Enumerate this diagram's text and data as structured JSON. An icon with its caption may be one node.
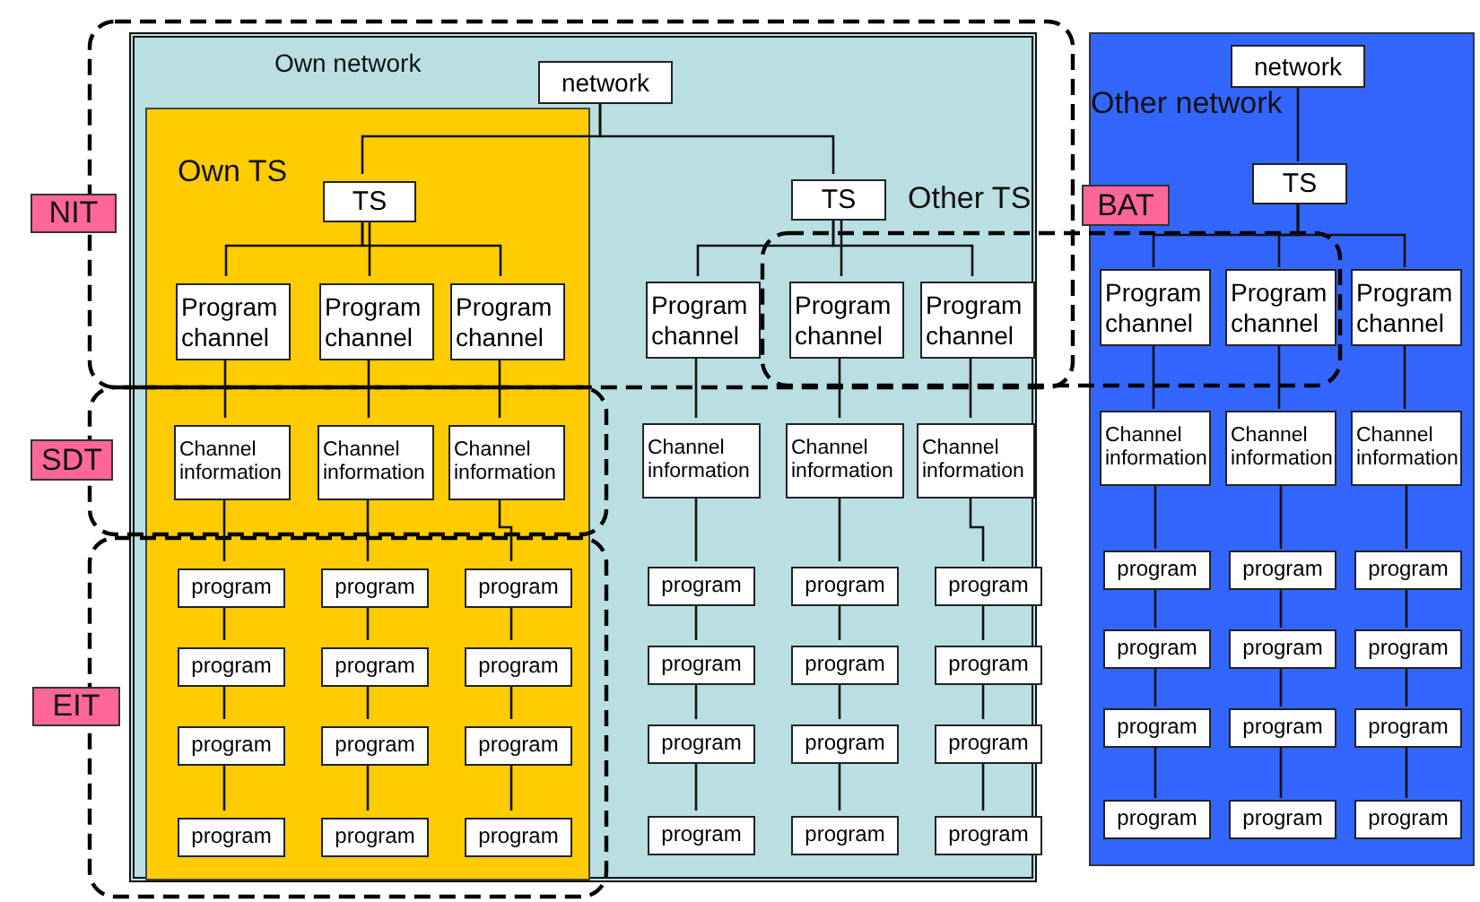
{
  "diagram": {
    "nodes": [
      {
        "text": [
          "Own network"
        ]
      },
      {
        "text": [
          "network"
        ],
        "in": 0
      },
      {
        "text": [
          "Own TS"
        ],
        "in": 0
      },
      {
        "text": [
          "TS"
        ],
        "in": 2
      },
      {
        "text": [
          "Program channel"
        ],
        "in": 2
      },
      {
        "text": [
          "Program channel"
        ],
        "in": 2
      },
      {
        "text": [
          "Program channel"
        ],
        "in": 2
      },
      {
        "text": [
          "Channel information"
        ],
        "in": 2
      },
      {
        "text": [
          "Channel information"
        ],
        "in": 2
      },
      {
        "text": [
          "Channel information"
        ],
        "in": 2
      },
      {
        "text": [
          "program"
        ],
        "in": 2
      },
      {
        "text": [
          "program"
        ],
        "in": 2
      },
      {
        "text": [
          "program"
        ],
        "in": 2
      },
      {
        "text": [
          "program"
        ],
        "in": 2
      },
      {
        "text": [
          "program"
        ],
        "in": 2
      },
      {
        "text": [
          "program"
        ],
        "in": 2
      },
      {
        "text": [
          "program"
        ],
        "in": 2
      },
      {
        "text": [
          "program"
        ],
        "in": 2
      },
      {
        "text": [
          "program"
        ],
        "in": 2
      },
      {
        "text": [
          "program"
        ],
        "in": 2
      },
      {
        "text": [
          "program"
        ],
        "in": 2
      },
      {
        "text": [
          "program"
        ],
        "in": 2
      },
      {
        "text": [
          "TS"
        ],
        "in": 0,
        "beside": [
          "Other TS"
        ]
      },
      {
        "text": [
          "Program channel"
        ],
        "in": 0
      },
      {
        "text": [
          "Program channel"
        ],
        "in": 0
      },
      {
        "text": [
          "Program channel"
        ],
        "in": 0
      },
      {
        "text": [
          "Channel information"
        ],
        "in": 0
      },
      {
        "text": [
          "Channel information"
        ],
        "in": 0
      },
      {
        "text": [
          "Channel information"
        ],
        "in": 0
      },
      {
        "text": [
          "program"
        ],
        "in": 0
      },
      {
        "text": [
          "program"
        ],
        "in": 0
      },
      {
        "text": [
          "program"
        ],
        "in": 0
      },
      {
        "text": [
          "program"
        ],
        "in": 0
      },
      {
        "text": [
          "program"
        ],
        "in": 0
      },
      {
        "text": [
          "program"
        ],
        "in": 0
      },
      {
        "text": [
          "program"
        ],
        "in": 0
      },
      {
        "text": [
          "program"
        ],
        "in": 0
      },
      {
        "text": [
          "program"
        ],
        "in": 0
      },
      {
        "text": [
          "program"
        ],
        "in": 0
      },
      {
        "text": [
          "program"
        ],
        "in": 0
      },
      {
        "text": [
          "program"
        ],
        "in": 0
      },
      {
        "text": [
          "Other network"
        ]
      },
      {
        "text": [
          "network"
        ],
        "in": 41
      },
      {
        "text": [
          "TS"
        ],
        "in": 41
      },
      {
        "text": [
          "Program channel"
        ],
        "in": 41
      },
      {
        "text": [
          "Program channel"
        ],
        "in": 41
      },
      {
        "text": [
          "Program channel"
        ],
        "in": 41
      },
      {
        "text": [
          "Channel information"
        ],
        "in": 41
      },
      {
        "text": [
          "Channel information"
        ],
        "in": 41
      },
      {
        "text": [
          "Channel information"
        ],
        "in": 41
      },
      {
        "text": [
          "program"
        ],
        "in": 41
      },
      {
        "text": [
          "program"
        ],
        "in": 41
      },
      {
        "text": [
          "program"
        ],
        "in": 41
      },
      {
        "text": [
          "program"
        ],
        "in": 41
      },
      {
        "text": [
          "program"
        ],
        "in": 41
      },
      {
        "text": [
          "program"
        ],
        "in": 41
      },
      {
        "text": [
          "program"
        ],
        "in": 41
      },
      {
        "text": [
          "program"
        ],
        "in": 41
      },
      {
        "text": [
          "program"
        ],
        "in": 41
      },
      {
        "text": [
          "program"
        ],
        "in": 41
      },
      {
        "text": [
          "program"
        ],
        "in": 41
      },
      {
        "text": [
          "program"
        ],
        "in": 41
      },
      {
        "text": [
          "NIT"
        ]
      },
      {
        "text": [
          "BAT"
        ]
      },
      {
        "text": [
          "SDT"
        ]
      },
      {
        "text": [
          "EIT"
        ]
      }
    ],
    "edges": [
      {
        "from": 1,
        "to": 3,
        "arrow": "none"
      },
      {
        "from": 1,
        "to": 22,
        "arrow": "none"
      },
      {
        "from": 3,
        "to": 4,
        "arrow": "none"
      },
      {
        "from": 3,
        "to": 5,
        "arrow": "none"
      },
      {
        "from": 3,
        "to": 6,
        "arrow": "none"
      },
      {
        "from": 4,
        "to": 7,
        "arrow": "none"
      },
      {
        "from": 5,
        "to": 8,
        "arrow": "none"
      },
      {
        "from": 6,
        "to": 9,
        "arrow": "none"
      },
      {
        "from": 7,
        "to": 10,
        "arrow": "none"
      },
      {
        "from": 8,
        "to": 11,
        "arrow": "none"
      },
      {
        "from": 9,
        "to": 12,
        "arrow": "none"
      },
      {
        "from": 10,
        "to": 13,
        "arrow": "none"
      },
      {
        "from": 11,
        "to": 14,
        "arrow": "none"
      },
      {
        "from": 12,
        "to": 15,
        "arrow": "none"
      },
      {
        "from": 13,
        "to": 16,
        "arrow": "none"
      },
      {
        "from": 14,
        "to": 17,
        "arrow": "none"
      },
      {
        "from": 15,
        "to": 18,
        "arrow": "none"
      },
      {
        "from": 16,
        "to": 19,
        "arrow": "none"
      },
      {
        "from": 17,
        "to": 20,
        "arrow": "none"
      },
      {
        "from": 18,
        "to": 21,
        "arrow": "none"
      },
      {
        "from": 22,
        "to": 23,
        "arrow": "none"
      },
      {
        "from": 22,
        "to": 24,
        "arrow": "none"
      },
      {
        "from": 22,
        "to": 25,
        "arrow": "none"
      },
      {
        "from": 23,
        "to": 26,
        "arrow": "none"
      },
      {
        "from": 24,
        "to": 27,
        "arrow": "none"
      },
      {
        "from": 25,
        "to": 28,
        "arrow": "none"
      },
      {
        "from": 26,
        "to": 29,
        "arrow": "none"
      },
      {
        "from": 27,
        "to": 30,
        "arrow": "none"
      },
      {
        "from": 28,
        "to": 31,
        "arrow": "none"
      },
      {
        "from": 29,
        "to": 32,
        "arrow": "none"
      },
      {
        "from": 30,
        "to": 33,
        "arrow": "none"
      },
      {
        "from": 31,
        "to": 34,
        "arrow": "none"
      },
      {
        "from": 32,
        "to": 35,
        "arrow": "none"
      },
      {
        "from": 33,
        "to": 36,
        "arrow": "none"
      },
      {
        "from": 34,
        "to": 37,
        "arrow": "none"
      },
      {
        "from": 35,
        "to": 38,
        "arrow": "none"
      },
      {
        "from": 36,
        "to": 39,
        "arrow": "none"
      },
      {
        "from": 37,
        "to": 40,
        "arrow": "none"
      },
      {
        "from": 42,
        "to": 43,
        "arrow": "none"
      },
      {
        "from": 43,
        "to": 44,
        "arrow": "none"
      },
      {
        "from": 43,
        "to": 45,
        "arrow": "none"
      },
      {
        "from": 43,
        "to": 46,
        "arrow": "none"
      },
      {
        "from": 44,
        "to": 47,
        "arrow": "none"
      },
      {
        "from": 45,
        "to": 48,
        "arrow": "none"
      },
      {
        "from": 46,
        "to": 49,
        "arrow": "none"
      },
      {
        "from": 47,
        "to": 50,
        "arrow": "none"
      },
      {
        "from": 48,
        "to": 51,
        "arrow": "none"
      },
      {
        "from": 49,
        "to": 52,
        "arrow": "none"
      },
      {
        "from": 50,
        "to": 53,
        "arrow": "none"
      },
      {
        "from": 51,
        "to": 54,
        "arrow": "none"
      },
      {
        "from": 52,
        "to": 55,
        "arrow": "none"
      },
      {
        "from": 53,
        "to": 56,
        "arrow": "none"
      },
      {
        "from": 54,
        "to": 57,
        "arrow": "none"
      },
      {
        "from": 55,
        "to": 58,
        "arrow": "none"
      },
      {
        "from": 56,
        "to": 59,
        "arrow": "none"
      },
      {
        "from": 57,
        "to": 60,
        "arrow": "none"
      },
      {
        "from": 58,
        "to": 61,
        "arrow": "none"
      }
    ]
  }
}
